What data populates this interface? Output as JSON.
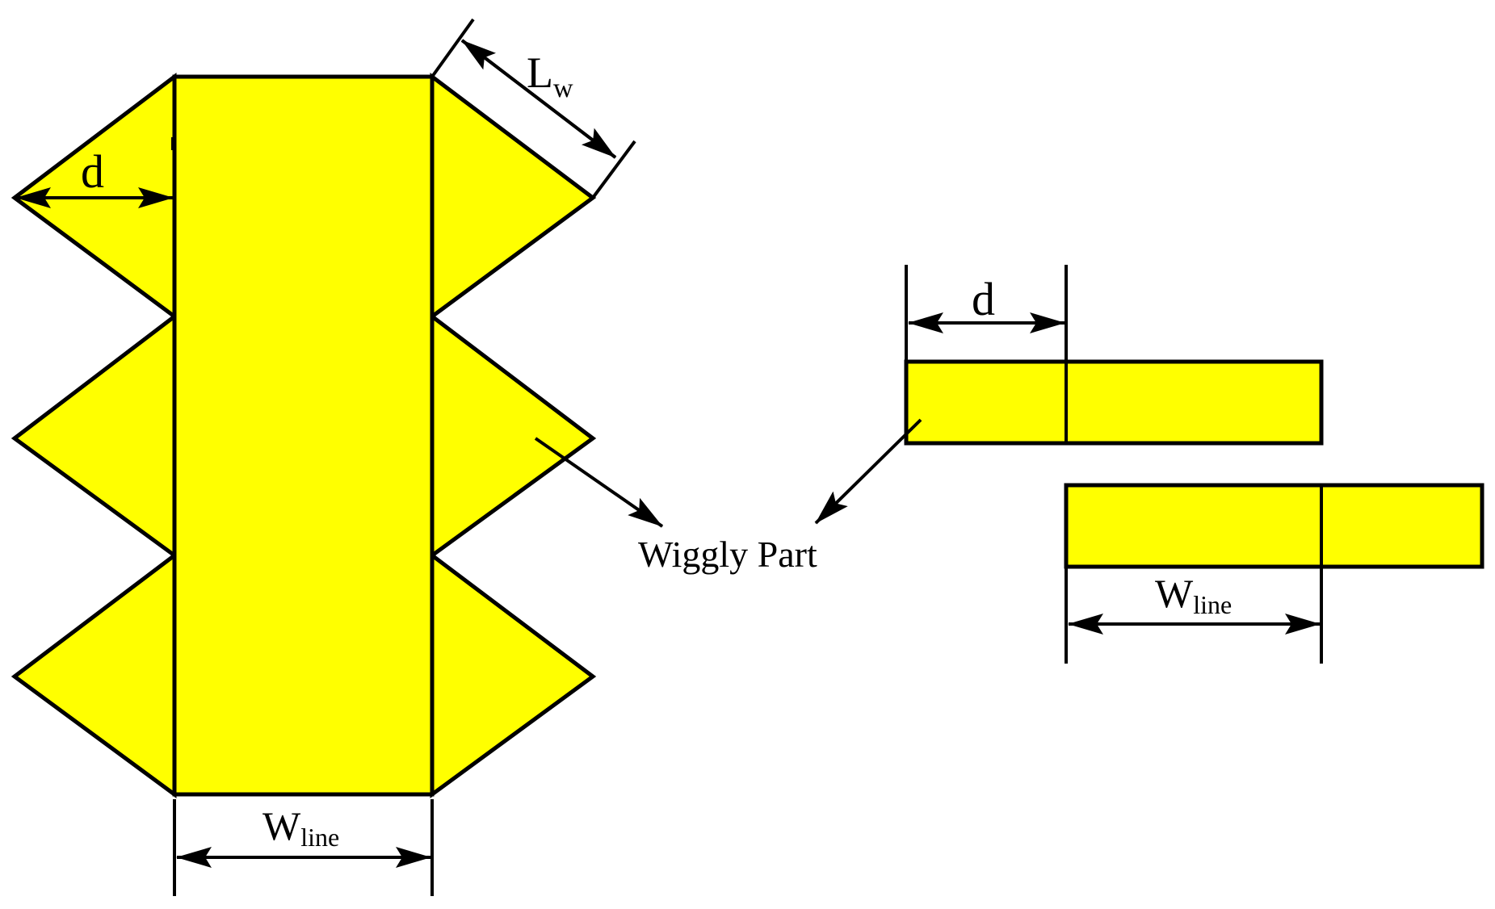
{
  "colors": {
    "fill": "#ffff00",
    "stroke": "#000000",
    "background": "#ffffff"
  },
  "labels": {
    "d_left": "d",
    "d_right": "d",
    "lw_main": "L",
    "lw_sub": "w",
    "wline_left_main": "W",
    "wline_left_sub": "line",
    "wline_right_main": "W",
    "wline_right_sub": "line",
    "wiggly_part": "Wiggly Part"
  }
}
